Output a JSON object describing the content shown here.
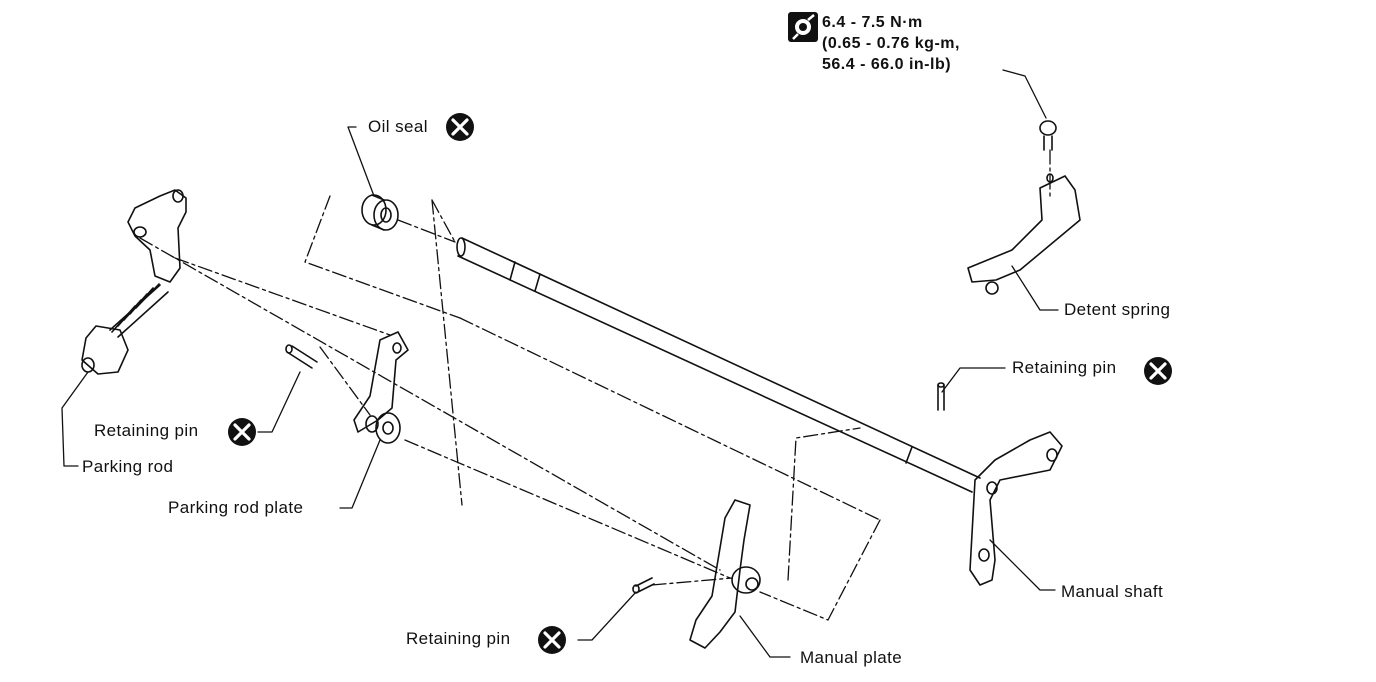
{
  "torque_spec": {
    "icon": "torque-wrench-icon",
    "line1": "6.4 - 7.5 N·m",
    "line2": "(0.65 - 0.76 kg-m,",
    "line3": "56.4 - 66.0 in-lb)"
  },
  "labels": {
    "oil_seal": "Oil seal",
    "detent_spring": "Detent spring",
    "retaining_pin_right": "Retaining pin",
    "retaining_pin_left": "Retaining pin",
    "parking_rod": "Parking rod",
    "parking_rod_plate": "Parking rod plate",
    "manual_shaft": "Manual shaft",
    "retaining_pin_bottom": "Retaining pin",
    "manual_plate": "Manual plate"
  },
  "colors": {
    "ink": "#111111",
    "background": "#ffffff"
  }
}
